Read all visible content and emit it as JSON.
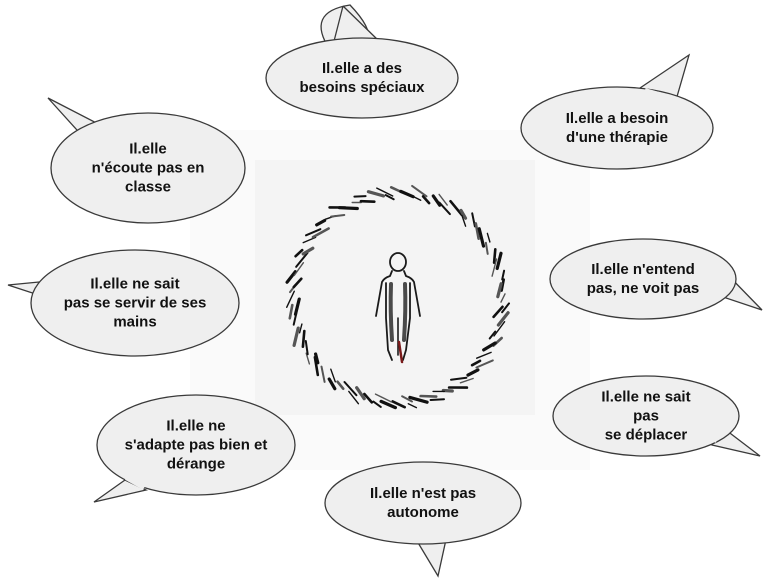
{
  "colors": {
    "bubble_fill": "#efefef",
    "bubble_stroke": "#3a3a3a",
    "panel_fill": "#f6f6f6",
    "ink": "#111111"
  },
  "center_figure": {
    "icon": "person-figure-icon",
    "ring_icon": "brushstroke-circle-icon"
  },
  "bubbles": [
    {
      "id": "besoins-speciaux",
      "text": "Il.elle a des\nbesoins spéciaux"
    },
    {
      "id": "besoin-therapie",
      "text": "Il.elle a besoin\nd'une thérapie"
    },
    {
      "id": "entend-voit",
      "text": "Il.elle n'entend\npas, ne voit pas"
    },
    {
      "id": "se-deplacer",
      "text": "Il.elle ne sait pas\nse déplacer"
    },
    {
      "id": "autonome",
      "text": "Il.elle n'est pas\nautonome"
    },
    {
      "id": "adapte-derange",
      "text": "Il.elle ne\ns'adapte pas bien et\ndérange"
    },
    {
      "id": "servir-mains",
      "text": "Il.elle ne sait\npas se servir de ses\nmains"
    },
    {
      "id": "ecoute-classe",
      "text": "Il.elle\nn'écoute pas en\nclasse"
    }
  ]
}
